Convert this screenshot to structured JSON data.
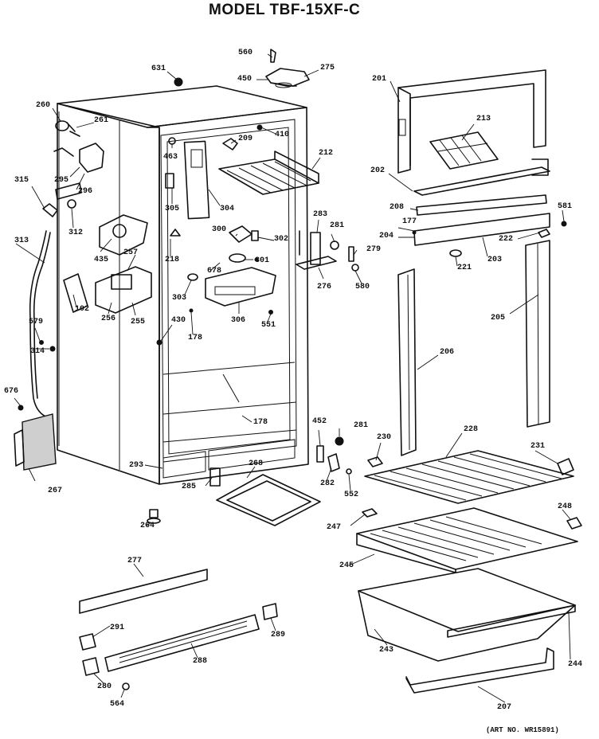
{
  "title": "MODEL TBF-15XF-C",
  "art_number": "(ART NO. WR15891)",
  "callouts": [
    {
      "id": "560",
      "label": "560"
    },
    {
      "id": "275",
      "label": "275"
    },
    {
      "id": "631",
      "label": "631"
    },
    {
      "id": "450",
      "label": "450"
    },
    {
      "id": "201",
      "label": "201"
    },
    {
      "id": "260",
      "label": "260"
    },
    {
      "id": "261",
      "label": "261"
    },
    {
      "id": "410",
      "label": "410"
    },
    {
      "id": "213",
      "label": "213"
    },
    {
      "id": "463",
      "label": "463"
    },
    {
      "id": "209",
      "label": "209"
    },
    {
      "id": "212",
      "label": "212"
    },
    {
      "id": "295",
      "label": "295"
    },
    {
      "id": "315",
      "label": "315"
    },
    {
      "id": "296",
      "label": "296"
    },
    {
      "id": "202",
      "label": "202"
    },
    {
      "id": "208",
      "label": "208"
    },
    {
      "id": "305",
      "label": "305"
    },
    {
      "id": "304",
      "label": "304"
    },
    {
      "id": "581",
      "label": "581"
    },
    {
      "id": "312",
      "label": "312"
    },
    {
      "id": "283",
      "label": "283"
    },
    {
      "id": "177",
      "label": "177"
    },
    {
      "id": "300",
      "label": "300"
    },
    {
      "id": "302",
      "label": "302"
    },
    {
      "id": "281a",
      "label": "281"
    },
    {
      "id": "204",
      "label": "204"
    },
    {
      "id": "222",
      "label": "222"
    },
    {
      "id": "313",
      "label": "313"
    },
    {
      "id": "435",
      "label": "435"
    },
    {
      "id": "257",
      "label": "257"
    },
    {
      "id": "218",
      "label": "218"
    },
    {
      "id": "279",
      "label": "279"
    },
    {
      "id": "301",
      "label": "301"
    },
    {
      "id": "203",
      "label": "203"
    },
    {
      "id": "221",
      "label": "221"
    },
    {
      "id": "678",
      "label": "678"
    },
    {
      "id": "276",
      "label": "276"
    },
    {
      "id": "580",
      "label": "580"
    },
    {
      "id": "102",
      "label": "102"
    },
    {
      "id": "303",
      "label": "303"
    },
    {
      "id": "256",
      "label": "256"
    },
    {
      "id": "255",
      "label": "255"
    },
    {
      "id": "306",
      "label": "306"
    },
    {
      "id": "579",
      "label": "579"
    },
    {
      "id": "551",
      "label": "551"
    },
    {
      "id": "205",
      "label": "205"
    },
    {
      "id": "430",
      "label": "430"
    },
    {
      "id": "178a",
      "label": "178"
    },
    {
      "id": "206",
      "label": "206"
    },
    {
      "id": "314",
      "label": "314"
    },
    {
      "id": "676",
      "label": "676"
    },
    {
      "id": "178b",
      "label": "178"
    },
    {
      "id": "452",
      "label": "452"
    },
    {
      "id": "281b",
      "label": "281"
    },
    {
      "id": "228",
      "label": "228"
    },
    {
      "id": "230",
      "label": "230"
    },
    {
      "id": "231",
      "label": "231"
    },
    {
      "id": "293",
      "label": "293"
    },
    {
      "id": "268",
      "label": "268"
    },
    {
      "id": "267",
      "label": "267"
    },
    {
      "id": "285",
      "label": "285"
    },
    {
      "id": "282",
      "label": "282"
    },
    {
      "id": "552",
      "label": "552"
    },
    {
      "id": "248",
      "label": "248"
    },
    {
      "id": "247",
      "label": "247"
    },
    {
      "id": "264",
      "label": "264"
    },
    {
      "id": "245",
      "label": "245"
    },
    {
      "id": "277",
      "label": "277"
    },
    {
      "id": "291",
      "label": "291"
    },
    {
      "id": "289",
      "label": "289"
    },
    {
      "id": "243",
      "label": "243"
    },
    {
      "id": "244",
      "label": "244"
    },
    {
      "id": "288",
      "label": "288"
    },
    {
      "id": "280",
      "label": "280"
    },
    {
      "id": "207",
      "label": "207"
    },
    {
      "id": "564",
      "label": "564"
    }
  ]
}
